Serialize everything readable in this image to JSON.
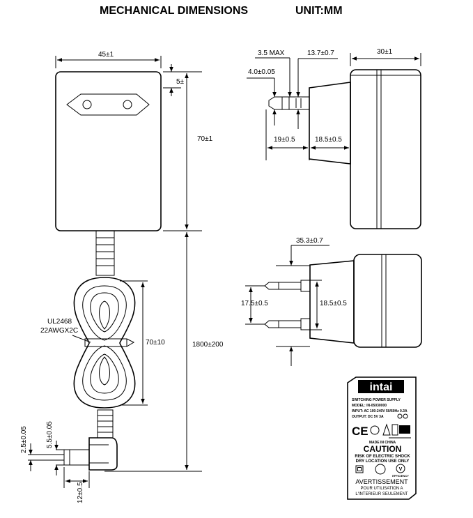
{
  "title": "MECHANICAL DIMENSIONS",
  "unit": "UNIT:MM",
  "front_view": {
    "width": "45±1",
    "top_offset": "5±",
    "height": "70±1",
    "cable_length": "1800±200",
    "coil_length": "70±10",
    "cable_type_1": "UL2468",
    "cable_type_2": "22AWGX2C",
    "dc_inner": "2.5±0.05",
    "dc_outer": "5.5±0.05",
    "dc_length": "12±0.5"
  },
  "side_view": {
    "pin_max": "3.5 MAX",
    "pin_dist": "13.7±0.7",
    "depth": "30±1",
    "pin_dia": "4.0±0.05",
    "pin_length": "19±0.5",
    "body_depth": "18.5±0.5"
  },
  "top_view": {
    "overall": "35.3±0.7",
    "pin_pitch": "17.5±0.5",
    "pin_span": "18.5±0.5"
  },
  "label": {
    "brand": "intai",
    "product": "SWITCHING POWER SUPPLY",
    "model": "MODEL: IN-05030000",
    "input": "INPUT: AC 100-240V 50/60Hz 0.3A",
    "output": "OUTPUT: DC 5V 3A",
    "made_in": "MADE IN CHINA",
    "caution": "CAUTION",
    "risk": "RISK OF ELECTRIC SHOCK",
    "dry": "DRY LOCATION USE ONLY",
    "efficiency_mark": "V",
    "efficiency": "EFFICIENCY",
    "avert": "AVERTISSEMENT",
    "pour": "POUR UTILISATION A",
    "interieur": "L'INTERIEUR SEULEMENT",
    "ce_mark": "CE"
  }
}
